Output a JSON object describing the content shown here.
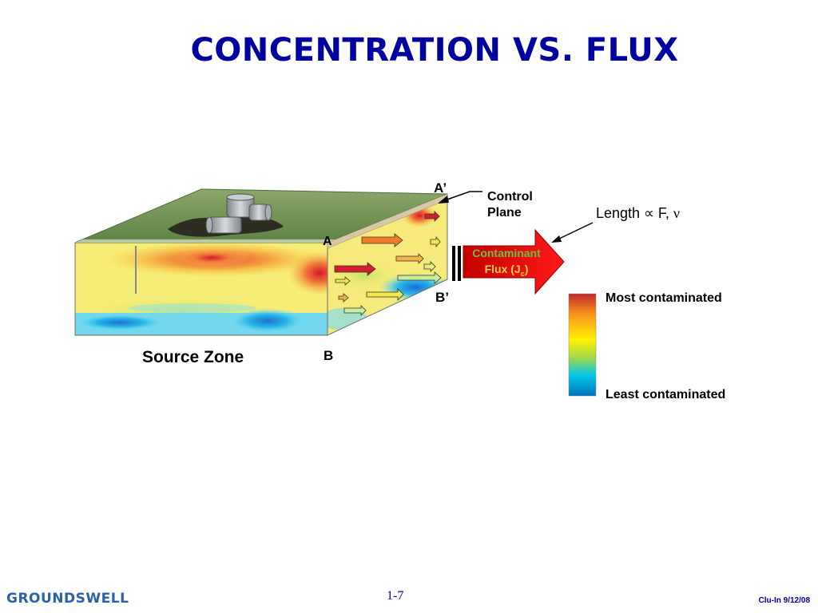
{
  "slide": {
    "title": "CONCENTRATION VS. FLUX",
    "page_number": "1-7",
    "footer_date": "Clu-In 9/12/08",
    "logo_text": "GROUNDSWELL"
  },
  "diagram": {
    "labels": {
      "source_zone": "Source Zone",
      "point_a": "A",
      "point_a_prime": "A’",
      "point_b": "B",
      "point_b_prime": "B’",
      "control_plane_line1": "Control",
      "control_plane_line2": "Plane",
      "length_prefix": "Length ∝ F, ",
      "length_nu": "ν"
    },
    "flux_arrow": {
      "line1": "Contaminant",
      "line2_prefix": "Flux (J",
      "line2_sub": "c",
      "line2_suffix": ")"
    },
    "legend": {
      "high": "Most contaminated",
      "low": "Least contaminated",
      "gradient_colors": [
        "#c1272d",
        "#f7941d",
        "#fff200",
        "#8dc63f",
        "#00c0e8",
        "#0072bc"
      ]
    }
  }
}
